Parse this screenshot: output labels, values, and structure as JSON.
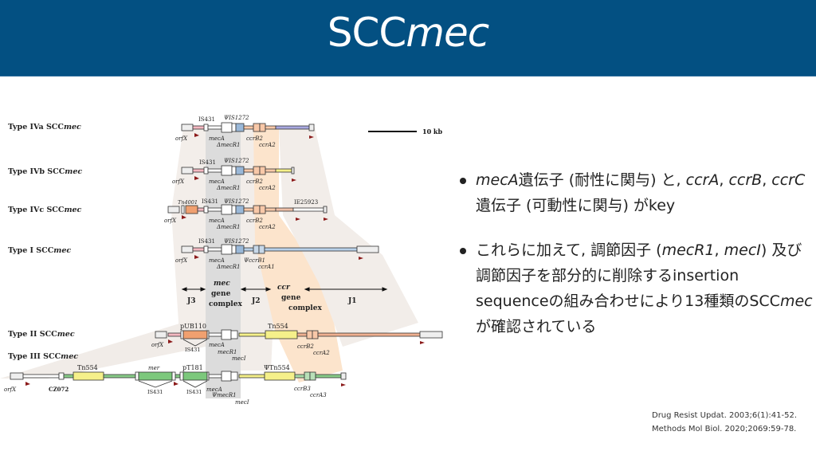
{
  "header": {
    "title_upright": "SCC",
    "title_italic": "mec",
    "background": "#035082"
  },
  "figure": {
    "scale_bar_label": "10 kb",
    "rows": [
      {
        "type_label": "Type IVa SCC",
        "type_italic": "mec"
      },
      {
        "type_label": "Type IVb SCC",
        "type_italic": "mec"
      },
      {
        "type_label": "Type IVc SCC",
        "type_italic": "mec"
      },
      {
        "type_label": "Type I  SCC",
        "type_italic": "mec"
      },
      {
        "type_label": "Type II SCC",
        "type_italic": "mec"
      },
      {
        "type_label": "Type III  SCC",
        "type_italic": "mec"
      }
    ],
    "gene_labels": {
      "orfX": "orfX",
      "is431": "IS431",
      "psi_is1272": "ΨIS1272",
      "meca": "mecA",
      "delta_mecr1": "ΔmecR1",
      "ccrb2": "ccrB2",
      "ccra2": "ccrA2",
      "tn4001": "Tn4001",
      "ie25923": "IE25923",
      "psi_ccrb1": "ΨccrB1",
      "ccra1": "ccrA1",
      "pub110": "pUB110",
      "mecr1": "mecR1",
      "meci": "mecI",
      "tn554": "Tn554",
      "psi_tn554": "ΨTn554",
      "ccrb3": "ccrB3",
      "ccra3": "ccrA3",
      "cz072": "CZ072",
      "mer": "mer",
      "pt181": "pT181",
      "psi_mecr1": "ΨmecR1"
    },
    "regions": {
      "j3": "J3",
      "j2": "J2",
      "j1": "J1",
      "mec_line1": "mec",
      "mec_line2": "gene",
      "mec_line3": "complex",
      "ccr_line1": "ccr",
      "ccr_line2": "gene",
      "ccr_line3": "complex"
    },
    "colors": {
      "mec_band": "#d8d8d8",
      "ccr_band": "#fbe3cc",
      "j_band": "#efeae6",
      "orange": "#f0a070",
      "blue": "#9ab8d8",
      "yellow": "#f5f08a",
      "green": "#7cc87c",
      "pink": "#f4b8c0",
      "lavender": "#a8a8e0",
      "arrow": "#8b1a1a"
    }
  },
  "bullets": [
    {
      "parts": [
        {
          "t": "mecA",
          "i": true
        },
        {
          "t": "遺伝子 (耐性に関与) と, ",
          "i": false
        },
        {
          "t": "ccrA",
          "i": true
        },
        {
          "t": ", ",
          "i": false
        },
        {
          "t": "ccrB",
          "i": true
        },
        {
          "t": ", ",
          "i": false
        },
        {
          "t": "ccrC",
          "i": true
        },
        {
          "t": "遺伝子 (可動性に関与) がkey",
          "i": false
        }
      ]
    },
    {
      "parts": [
        {
          "t": "これらに加えて, 調節因子 (",
          "i": false
        },
        {
          "t": "mecR1",
          "i": true
        },
        {
          "t": ", ",
          "i": false
        },
        {
          "t": "mecI",
          "i": true
        },
        {
          "t": ") 及び調節因子を部分的に削除するinsertion sequenceの組み合わせにより13種類のSCC",
          "i": false
        },
        {
          "t": "mec",
          "i": true
        },
        {
          "t": "が確認されている",
          "i": false
        }
      ]
    }
  ],
  "references": [
    "Drug Resist Updat. 2003;6(1):41-52.",
    "Methods Mol Biol. 2020;2069:59-78."
  ]
}
